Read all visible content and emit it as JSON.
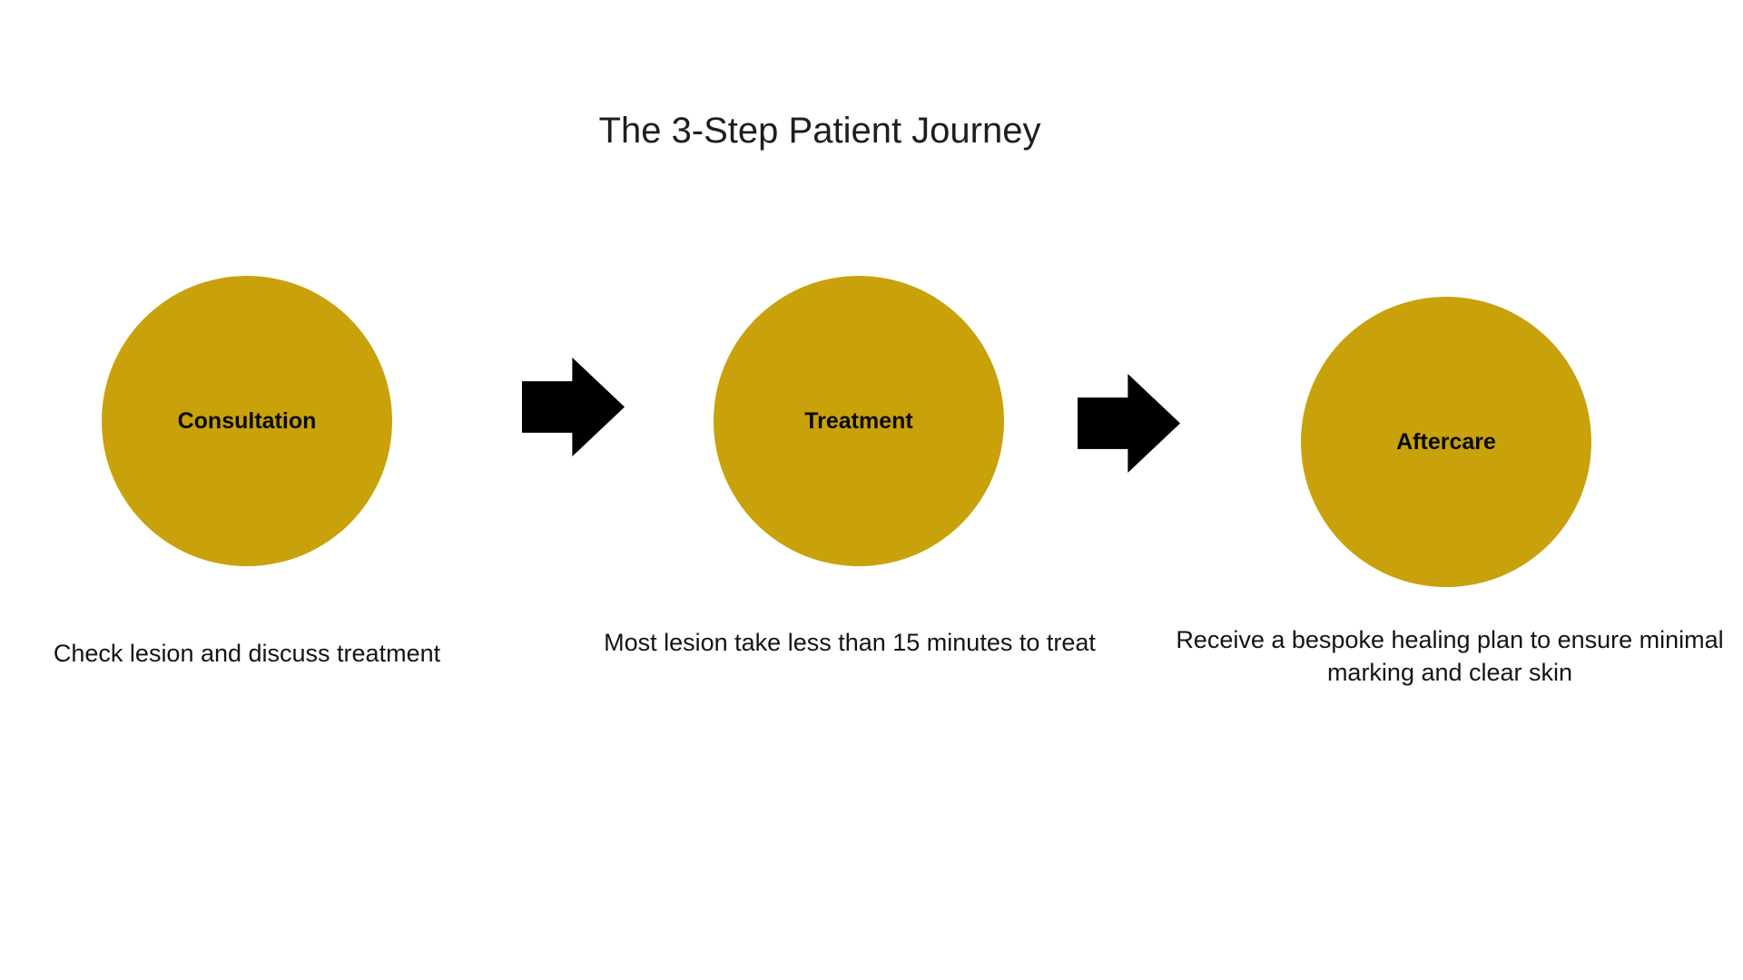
{
  "title": "The 3-Step Patient Journey",
  "colors": {
    "background": "#FFFFFF",
    "circle_fill": "#C9A10A",
    "arrow_fill": "#000000",
    "title_text": "#1E1E1E",
    "label_text": "#0A0A0A",
    "description_text": "#141414"
  },
  "icons": {
    "between_steps": "right-arrow"
  },
  "steps": [
    {
      "label": "Consultation",
      "description": "Check lesion and discuss treatment",
      "description_lines": [
        "Check lesion and discuss treatment"
      ]
    },
    {
      "label": "Treatment",
      "description": "Most lesion take less than 15 minutes to treat",
      "description_lines": [
        "Most lesion take less than 15 minutes to treat"
      ]
    },
    {
      "label": "Aftercare",
      "description": "Receive a bespoke healing plan to ensure minimal marking and clear skin",
      "description_lines": [
        "Receive a bespoke healing plan to ensure minimal",
        "marking and clear skin"
      ]
    }
  ]
}
